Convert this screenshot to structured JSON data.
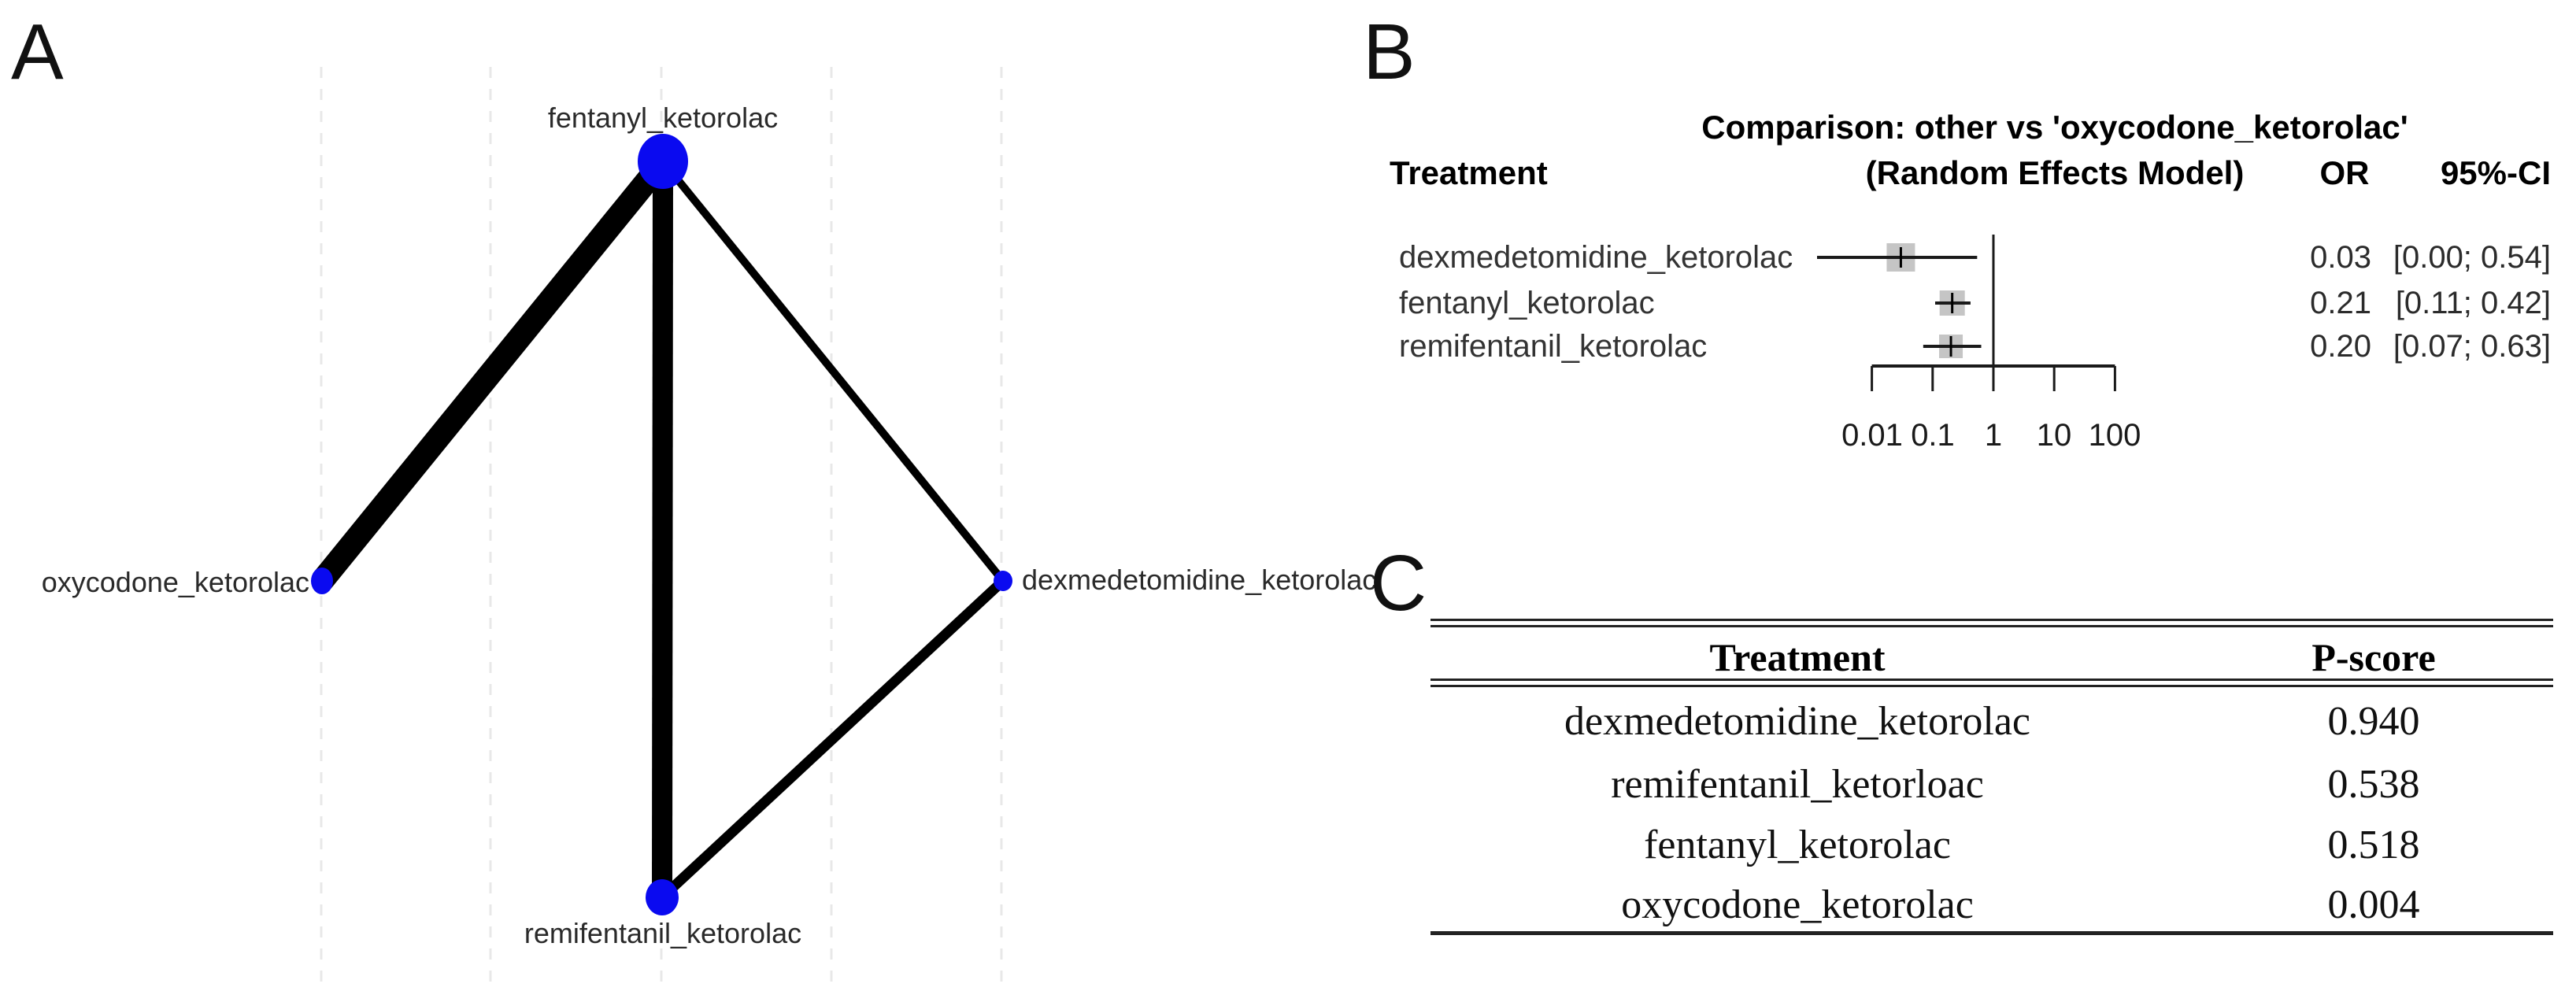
{
  "panels": {
    "a_label": "A",
    "b_label": "B",
    "c_label": "C"
  },
  "colors": {
    "node_blue": "#0a0af0",
    "edge_black": "#000000",
    "gridline_gray": "#e8e8e8",
    "ci_square_gray": "#c5c5c5",
    "axis_dark": "#1a1a1a"
  },
  "chart_data": [
    {
      "type": "network",
      "title": "",
      "nodes": [
        "fentanyl_ketorolac",
        "oxycodone_ketorolac",
        "dexmedetomidine_ketorolac",
        "remifentanil_ketorolac"
      ],
      "node_sizes_relative": [
        "largest",
        "small",
        "smallest",
        "medium"
      ],
      "edges": [
        {
          "from": "fentanyl_ketorolac",
          "to": "oxycodone_ketorolac",
          "relative_width": "thickest"
        },
        {
          "from": "fentanyl_ketorolac",
          "to": "remifentanil_ketorolac",
          "relative_width": "thick"
        },
        {
          "from": "fentanyl_ketorolac",
          "to": "dexmedetomidine_ketorolac",
          "relative_width": "thin"
        },
        {
          "from": "remifentanil_ketorolac",
          "to": "dexmedetomidine_ketorolac",
          "relative_width": "medium"
        }
      ],
      "layout_hint": "kite: top, left, right, bottom; faint vertical dashed gridlines"
    },
    {
      "type": "forest",
      "title": "Comparison: other vs 'oxycodone_ketorolac'",
      "subtitle": "(Random Effects Model)",
      "columns": {
        "treatment": "Treatment",
        "or": "OR",
        "ci": "95%-CI"
      },
      "rows": [
        {
          "treatment": "dexmedetomidine_ketorolac",
          "or": 0.03,
          "ci_low": 0.0,
          "ci_high": 0.54,
          "or_label": "0.03",
          "ci_label": "[0.00; 0.54]"
        },
        {
          "treatment": "fentanyl_ketorolac",
          "or": 0.21,
          "ci_low": 0.11,
          "ci_high": 0.42,
          "or_label": "0.21",
          "ci_label": "[0.11; 0.42]"
        },
        {
          "treatment": "remifentanil_ketorolac",
          "or": 0.2,
          "ci_low": 0.07,
          "ci_high": 0.63,
          "or_label": "0.20",
          "ci_label": "[0.07; 0.63]"
        }
      ],
      "axis": {
        "scale": "log",
        "ref_line": 1,
        "ticks": [
          0.01,
          0.1,
          1,
          10,
          100
        ],
        "tick_labels": [
          "0.01",
          "0.1",
          "1",
          "10",
          "100"
        ]
      },
      "legend_position": "none",
      "grid": false
    },
    {
      "type": "table",
      "columns": [
        "Treatment",
        "P-score"
      ],
      "rows": [
        [
          "dexmedetomidine_ketorolac",
          "0.940"
        ],
        [
          "remifentanil_ketorloac",
          "0.538"
        ],
        [
          "fentanyl_ketorolac",
          "0.518"
        ],
        [
          "oxycodone_ketorolac",
          "0.004"
        ]
      ]
    }
  ]
}
